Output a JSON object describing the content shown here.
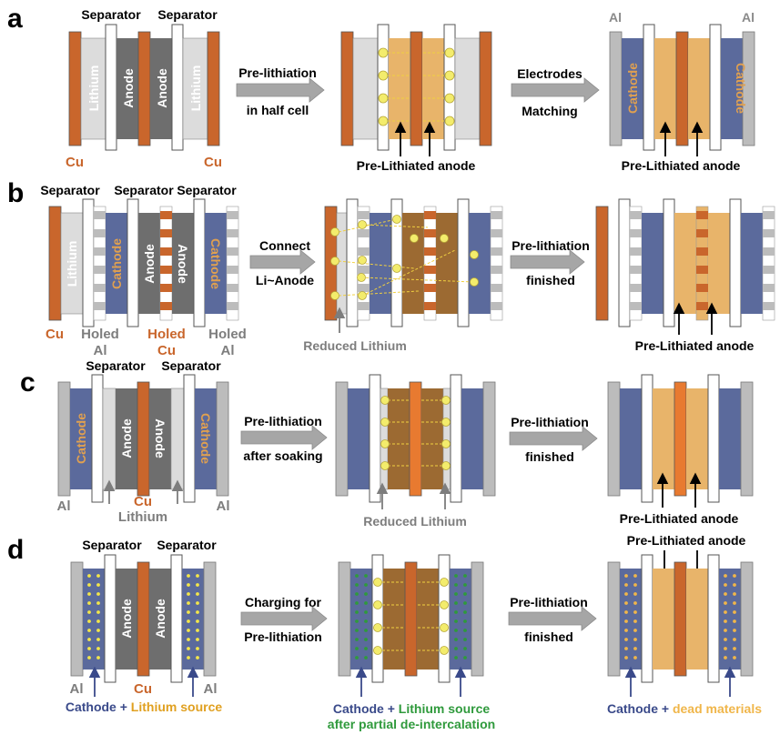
{
  "colors": {
    "copper": "#c9662c",
    "aluminum": "#bcbcbc",
    "lithium": "#dcdcdc",
    "anode": "#6e6e6e",
    "cathode": "#5b6a9c",
    "separator": "#ffffff",
    "prelith": "#e8b46a",
    "reacting": "#9c6a32",
    "lithium_dot": "#f3ec6c",
    "green_dot": "#2f9a3c",
    "green_text": "#2f9a3c",
    "orange_text": "#e0a020",
    "dead_text": "#f0b64a",
    "navy_text": "#3a4a8a",
    "arrow_gray": "#a6a6a6",
    "label_gray": "#7d7d7d"
  },
  "panels": {
    "a": {
      "letter": "a",
      "sep1": "Separator",
      "sep2": "Separator",
      "lithium1": "Lithium",
      "anode1": "Anode",
      "anode2": "Anode",
      "lithium2": "Lithium",
      "cu1": "Cu",
      "cu2": "Cu",
      "arrow1_line1": "Pre-lithiation",
      "arrow1_line2": "in half cell",
      "mid_caption": "Pre-Lithiated anode",
      "arrow2_line1": "Electrodes",
      "arrow2_line2": "Matching",
      "al1": "Al",
      "al2": "Al",
      "cathode1": "Cathode",
      "cathode2": "Cathode",
      "right_caption": "Pre-Lithiated anode"
    },
    "b": {
      "letter": "b",
      "sep1": "Separator",
      "sep2": "Separator",
      "sep3": "Separator",
      "lithium": "Lithium",
      "cathode1": "Cathode",
      "anode1": "Anode",
      "anode2": "Anode",
      "cathode2": "Cathode",
      "cu": "Cu",
      "holed_al1": "Holed\nAl",
      "holed_cu": "Holed\nCu",
      "holed_al2": "Holed\nAl",
      "arrow1_line1": "Connect",
      "arrow1_line2": "Li~Anode",
      "mid_caption": "Reduced Lithium",
      "arrow2_line1": "Pre-lithiation",
      "arrow2_line2": "finished",
      "right_caption": "Pre-Lithiated anode"
    },
    "c": {
      "letter": "c",
      "sep1": "Separator",
      "sep2": "Separator",
      "cathode1": "Cathode",
      "anode1": "Anode",
      "anode2": "Anode",
      "cathode2": "Cathode",
      "al1": "Al",
      "cu": "Cu",
      "lithium": "Lithium",
      "al2": "Al",
      "arrow1_line1": "Pre-lithiation",
      "arrow1_line2": "after soaking",
      "mid_caption": "Reduced Lithium",
      "arrow2_line1": "Pre-lithiation",
      "arrow2_line2": "finished",
      "right_caption": "Pre-Lithiated anode"
    },
    "d": {
      "letter": "d",
      "sep1": "Separator",
      "sep2": "Separator",
      "anode1": "Anode",
      "anode2": "Anode",
      "al1": "Al",
      "cu": "Cu",
      "al2": "Al",
      "left_cap_cathode": "Cathode",
      "left_cap_plus": " + ",
      "left_cap_source": "Lithium source",
      "arrow1_line1": "Charging for",
      "arrow1_line2": "Pre-lithiation",
      "mid_cap_cathode": "Cathode",
      "mid_cap_plus": " + ",
      "mid_cap_source": "Lithium source",
      "mid_cap_line2": "after partial de-intercalation",
      "arrow2_line1": "Pre-lithiation",
      "arrow2_line2": "finished",
      "right_top_caption": "Pre-Lithiated anode",
      "right_cap_cathode": "Cathode",
      "right_cap_plus": " + ",
      "right_cap_dead": "dead materials"
    }
  }
}
